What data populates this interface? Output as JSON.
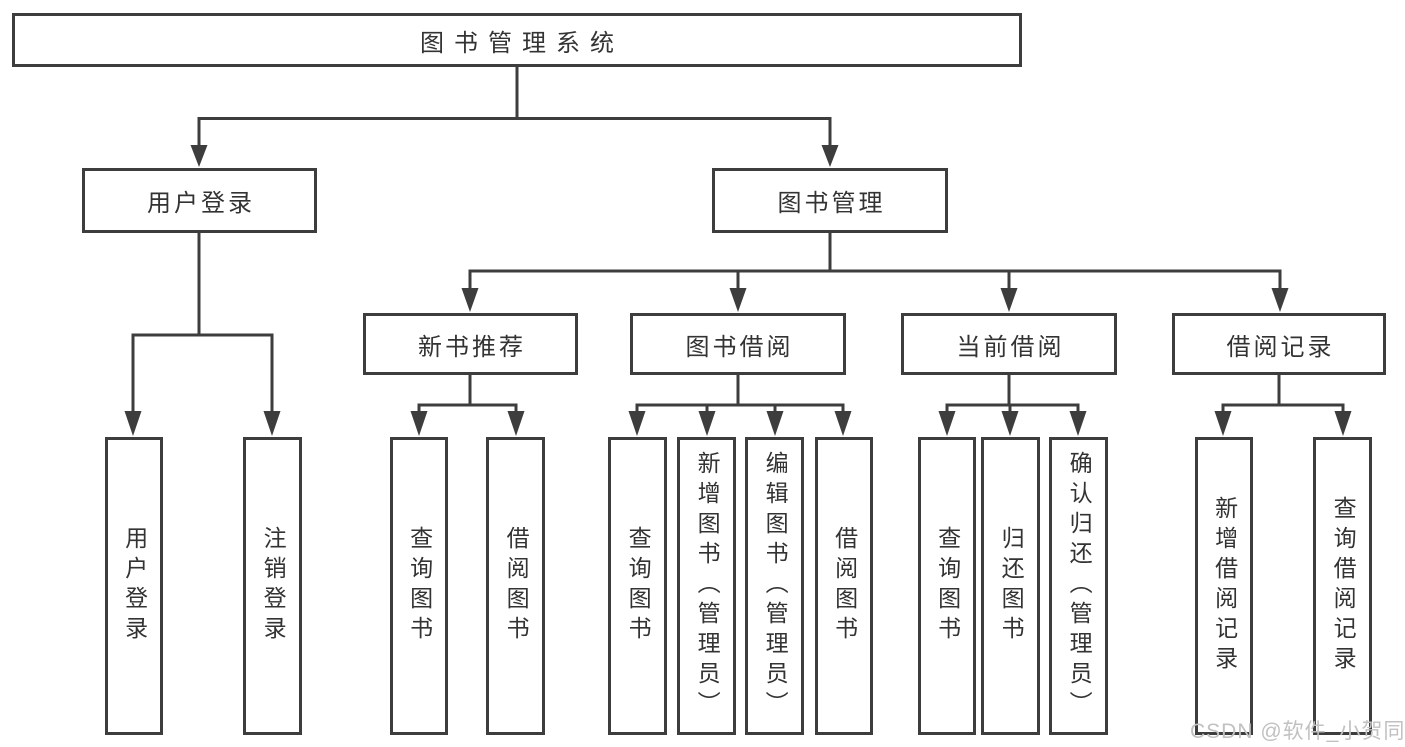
{
  "diagram": {
    "root": {
      "label": "图书管理系统"
    },
    "branches": [
      {
        "label": "用户登录",
        "children": [
          {
            "label": "用户登录"
          },
          {
            "label": "注销登录"
          }
        ]
      },
      {
        "label": "图书管理",
        "children": [
          {
            "label": "新书推荐",
            "children": [
              {
                "label": "查询图书"
              },
              {
                "label": "借阅图书"
              }
            ]
          },
          {
            "label": "图书借阅",
            "children": [
              {
                "label": "查询图书"
              },
              {
                "label": "新增图书（管理员）"
              },
              {
                "label": "编辑图书（管理员）"
              },
              {
                "label": "借阅图书"
              }
            ]
          },
          {
            "label": "当前借阅",
            "children": [
              {
                "label": "查询图书"
              },
              {
                "label": "归还图书"
              },
              {
                "label": "确认归还（管理员）"
              }
            ]
          },
          {
            "label": "借阅记录",
            "children": [
              {
                "label": "新增借阅记录"
              },
              {
                "label": "查询借阅记录"
              }
            ]
          }
        ]
      }
    ]
  },
  "watermark": {
    "text": "CSDN @软件_小贺同学"
  },
  "colors": {
    "line": "#3d3d3d",
    "box_border": "#3d3d3d",
    "text": "#333333",
    "watermark": "#c1c1c1",
    "background": "#ffffff"
  }
}
